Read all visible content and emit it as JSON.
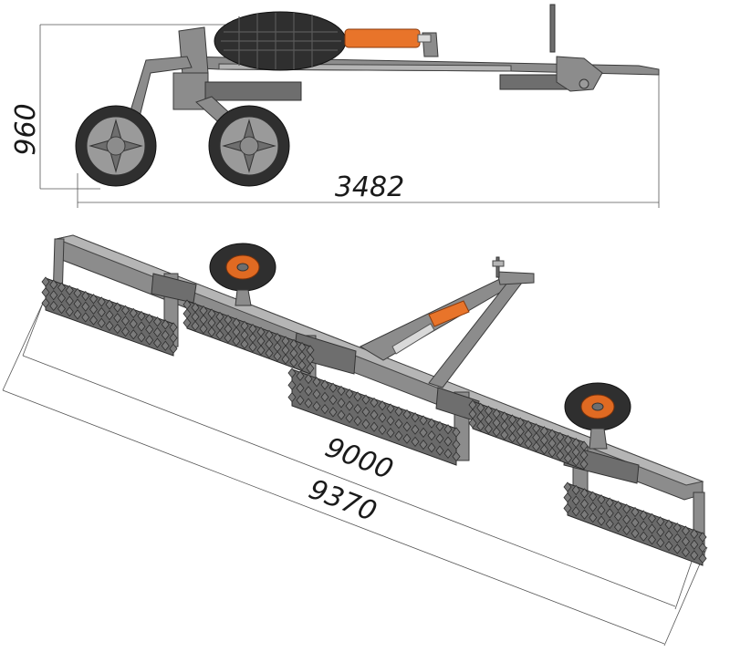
{
  "dimensions": {
    "height_side": "960",
    "length_side": "3482",
    "working_width": "9000",
    "overall_width": "9370"
  },
  "colors": {
    "frame": "#8c8c8c",
    "hydraulic": "#e8742a",
    "tire": "#2f2f2f",
    "background": "#ffffff"
  }
}
